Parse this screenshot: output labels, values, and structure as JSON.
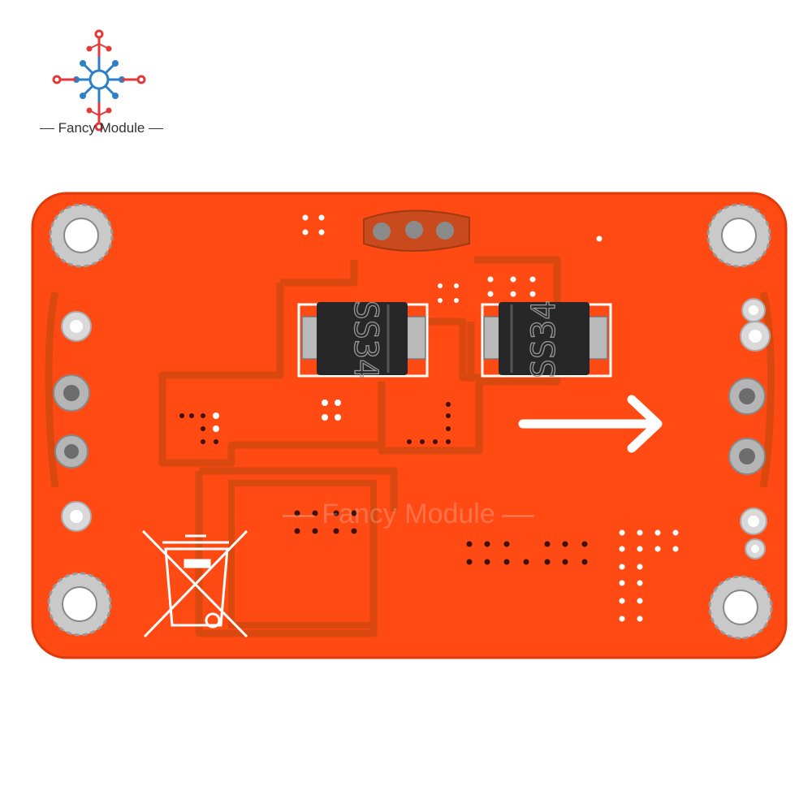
{
  "brand": {
    "name": "Fancy Module",
    "watermark": "Fancy Module"
  },
  "board": {
    "diode_left_marking": "SS34",
    "diode_right_marking": "SS34",
    "pcb_color": "#ff4a14",
    "trace_color": "#d8480f"
  },
  "colors": {
    "logo_red": "#e23a3a",
    "logo_blue": "#2e7fc9",
    "silkscreen": "#ffffff"
  }
}
